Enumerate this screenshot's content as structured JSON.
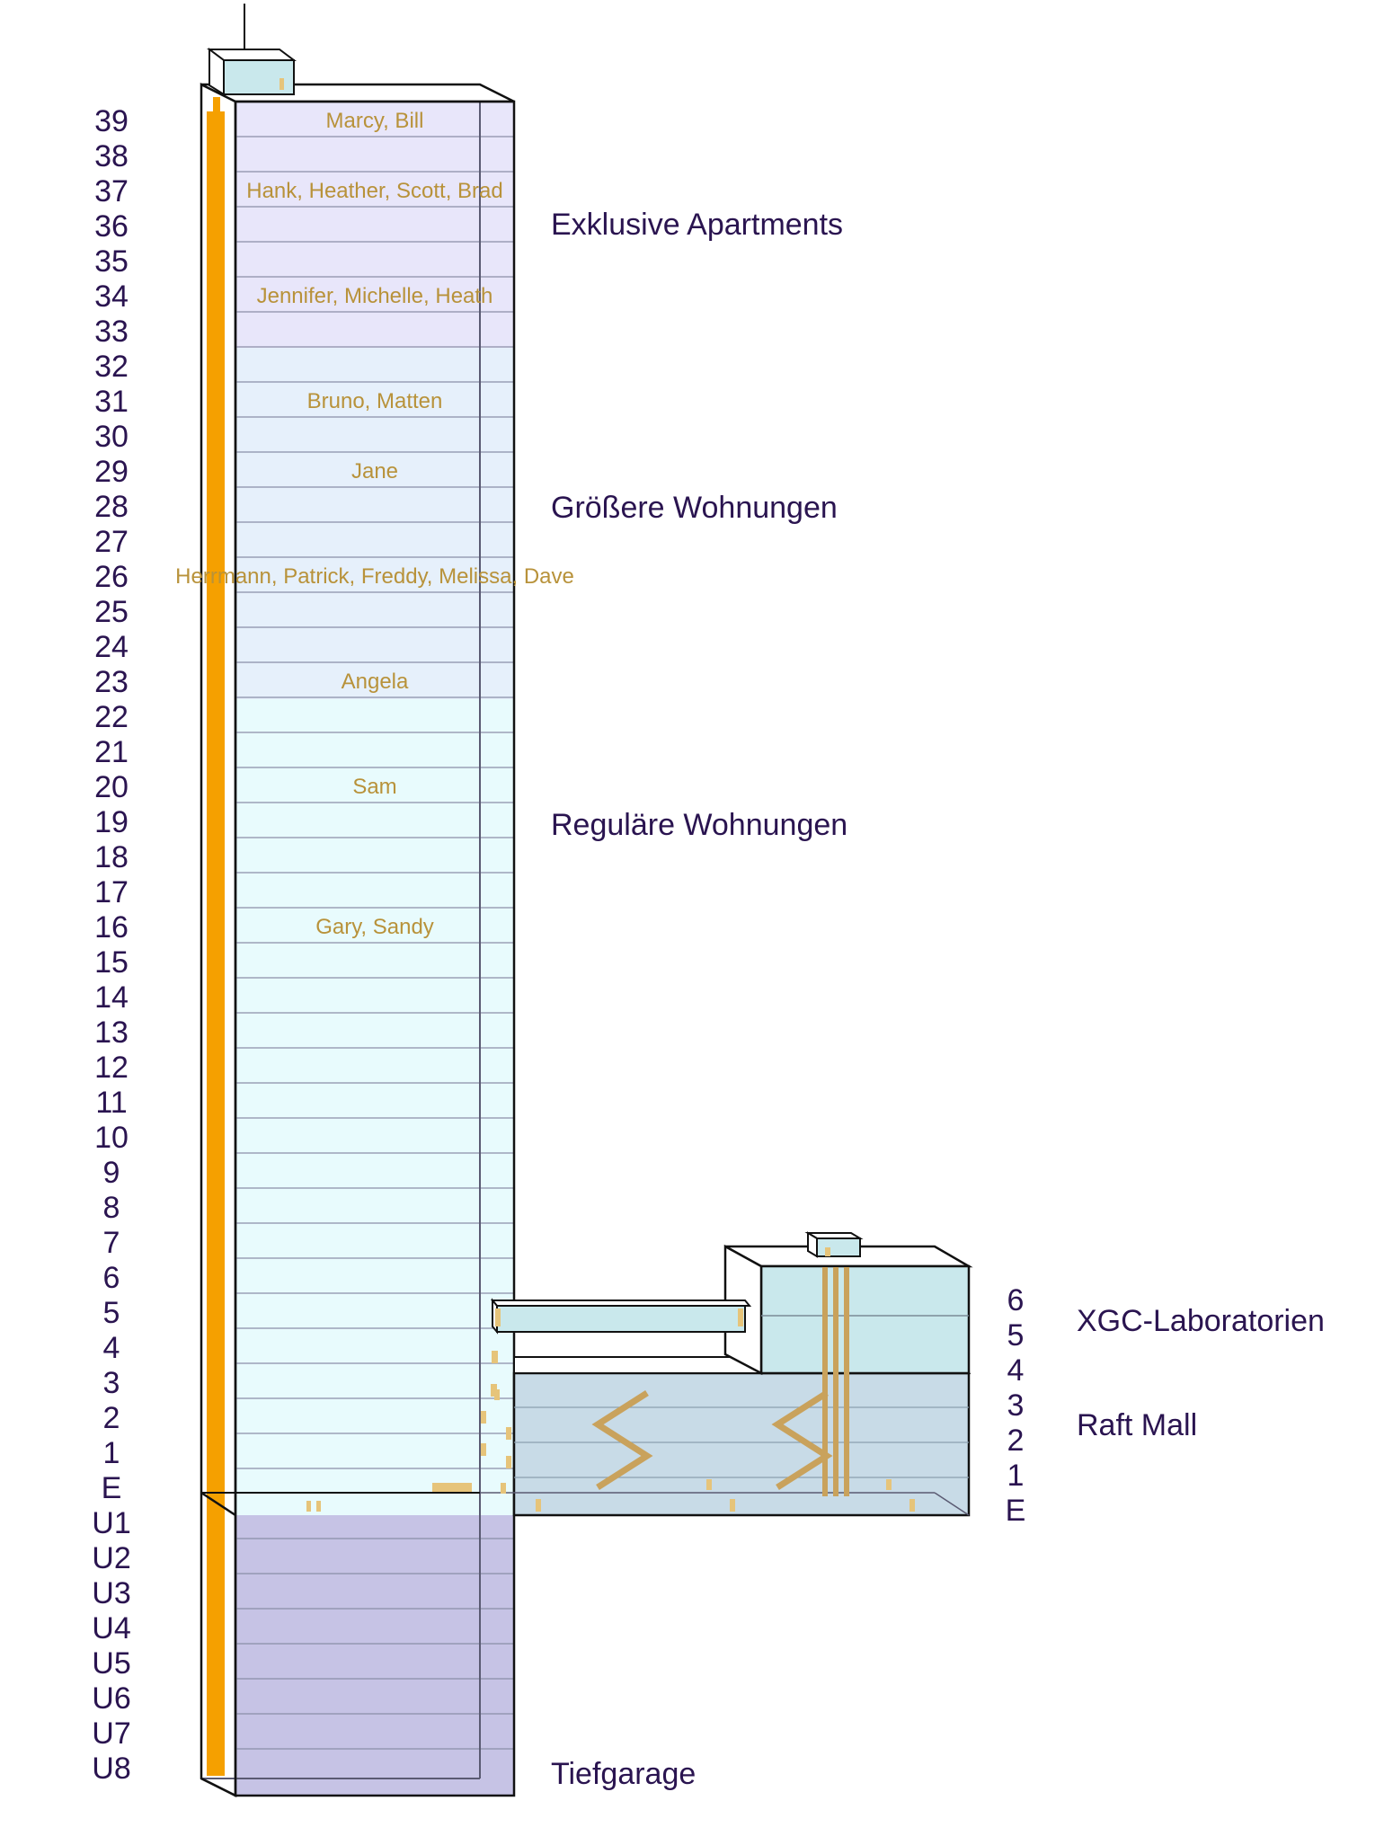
{
  "tower": {
    "floors": [
      "39",
      "38",
      "37",
      "36",
      "35",
      "34",
      "33",
      "32",
      "31",
      "30",
      "29",
      "28",
      "27",
      "26",
      "25",
      "24",
      "23",
      "22",
      "21",
      "20",
      "19",
      "18",
      "17",
      "16",
      "15",
      "14",
      "13",
      "12",
      "11",
      "10",
      "9",
      "8",
      "7",
      "6",
      "5",
      "4",
      "3",
      "2",
      "1",
      "E",
      "U1",
      "U2",
      "U3",
      "U4",
      "U5",
      "U6",
      "U7",
      "U8"
    ],
    "zones": {
      "exclusive": "Exklusive Apartments",
      "larger": "Größere Wohnungen",
      "regular": "Reguläre Wohnungen",
      "garage": "Tiefgarage"
    },
    "tenants": [
      {
        "floor": "39",
        "names": "Marcy, Bill"
      },
      {
        "floor": "37",
        "names": "Hank, Heather, Scott, Brad"
      },
      {
        "floor": "34",
        "names": "Jennifer, Michelle, Heath"
      },
      {
        "floor": "31",
        "names": "Bruno, Matten"
      },
      {
        "floor": "29",
        "names": "Jane"
      },
      {
        "floor": "26",
        "names": "Herrmann, Patrick, Freddy, Melissa, Dave"
      },
      {
        "floor": "23",
        "names": "Angela"
      },
      {
        "floor": "20",
        "names": "Sam"
      },
      {
        "floor": "16",
        "names": "Gary, Sandy"
      }
    ]
  },
  "annex": {
    "floors": [
      "6",
      "5",
      "4",
      "3",
      "2",
      "1",
      "E"
    ],
    "labs": "XGC-Laboratorien",
    "mall": "Raft Mall"
  },
  "colors": {
    "exclusive": "#e8e6fa",
    "larger": "#e6f0fb",
    "regular": "#e8fbfd",
    "garage": "#c6c3e5",
    "mall": "#c8dbe7",
    "labs": "#c9e8ec",
    "elevator": "#f5a000",
    "tenant_text": "#b8923a",
    "label_text": "#2a1450"
  }
}
